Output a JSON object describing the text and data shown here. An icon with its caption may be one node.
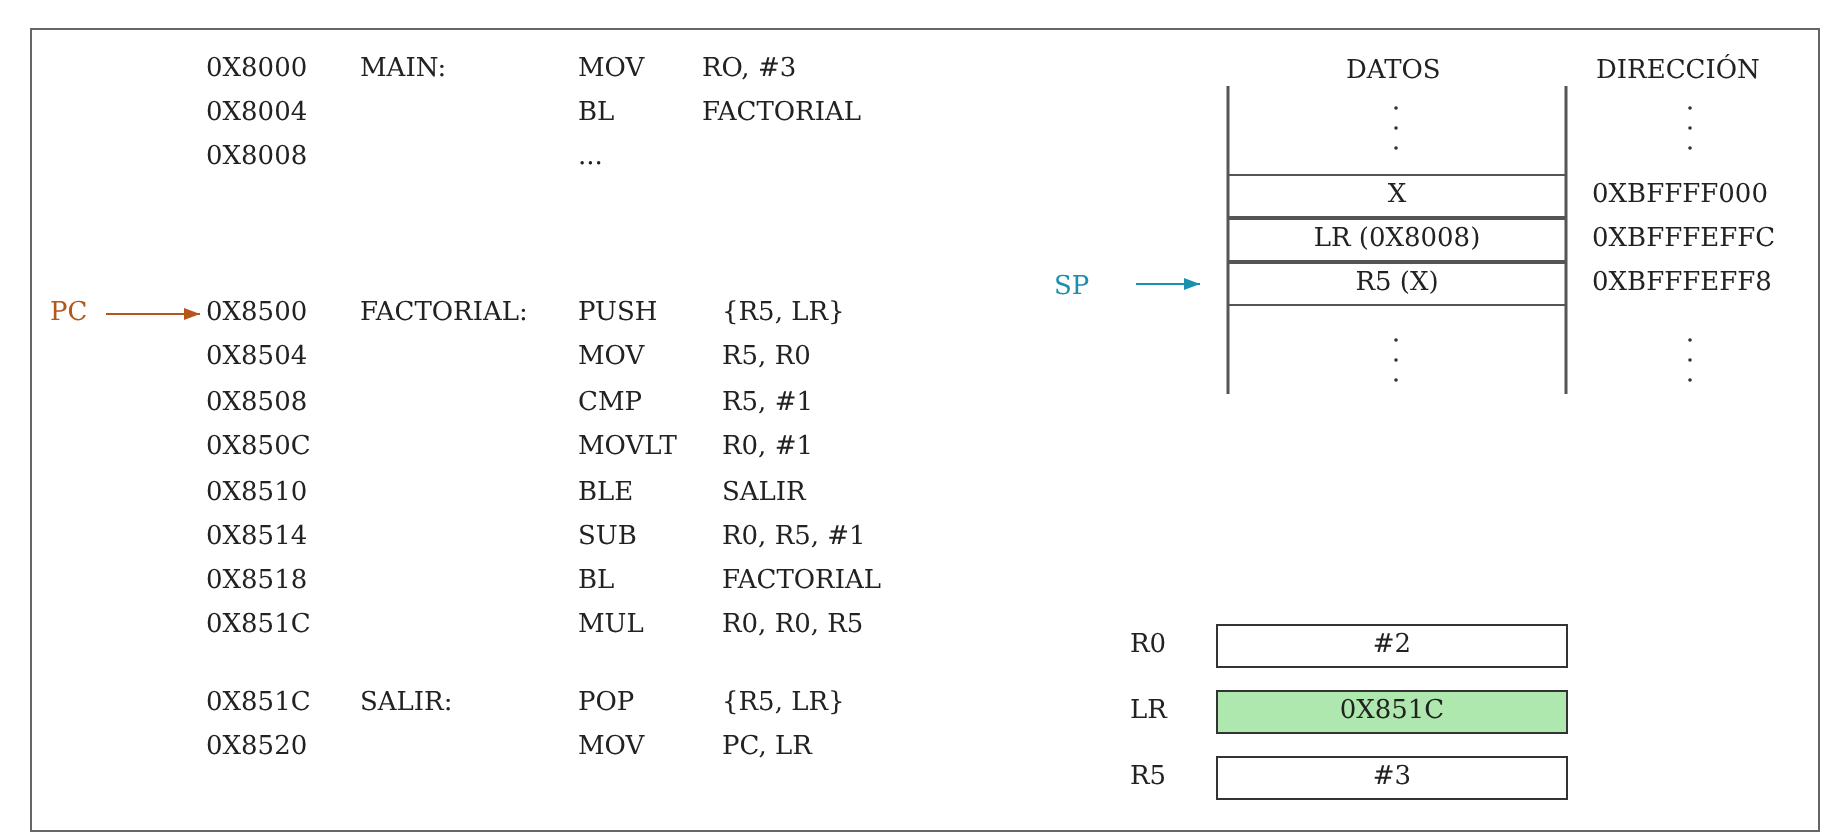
{
  "diagram": {
    "nodes": [
      {
        "text": [
          "PC"
        ]
      },
      {
        "text": [
          "0X8500"
        ]
      },
      {
        "text": [
          "X"
        ]
      },
      {
        "text": [
          "LR (0X8008)"
        ]
      },
      {
        "text": [
          "R5 (X)"
        ]
      },
      {
        "text": [
          "SP"
        ]
      },
      {
        "text": [
          "#2"
        ],
        "beside": [
          "R0"
        ]
      },
      {
        "text": [
          "0X851C"
        ],
        "beside": [
          "LR"
        ]
      },
      {
        "text": [
          "#3"
        ],
        "beside": [
          "R5"
        ]
      }
    ],
    "edges": [
      {
        "from": 0,
        "to": 1,
        "arrow": "to",
        "color": "#b5561b"
      },
      {
        "from": 5,
        "to": 4,
        "arrow": "to",
        "color": "#1a8fb0"
      }
    ],
    "labels": [
      "0X8000",
      "MAIN:",
      "MOV",
      "RO, #3",
      "0X8004",
      "BL",
      "FACTORIAL",
      "0X8008",
      "...",
      "FACTORIAL:",
      "PUSH",
      "{R5, LR}",
      "0X8504",
      "MOV",
      "R5, R0",
      "0X8508",
      "CMP",
      "R5, #1",
      "0X850C",
      "MOVLT",
      "R0, #1",
      "0X8510",
      "BLE",
      "SALIR",
      "0X8514",
      "SUB",
      "R0, R5, #1",
      "0X8518",
      "BL",
      "FACTORIAL",
      "0X851C",
      "MUL",
      "R0, R0, R5",
      "0X851C",
      "SALIR:",
      "POP",
      "{R5, LR}",
      "0X8520",
      "MOV",
      "PC, LR",
      "DATOS",
      "DIRECCIÓN",
      "0XBFFFF000",
      "0XBFFFEFFC",
      "0XBFFFEFF8"
    ]
  }
}
